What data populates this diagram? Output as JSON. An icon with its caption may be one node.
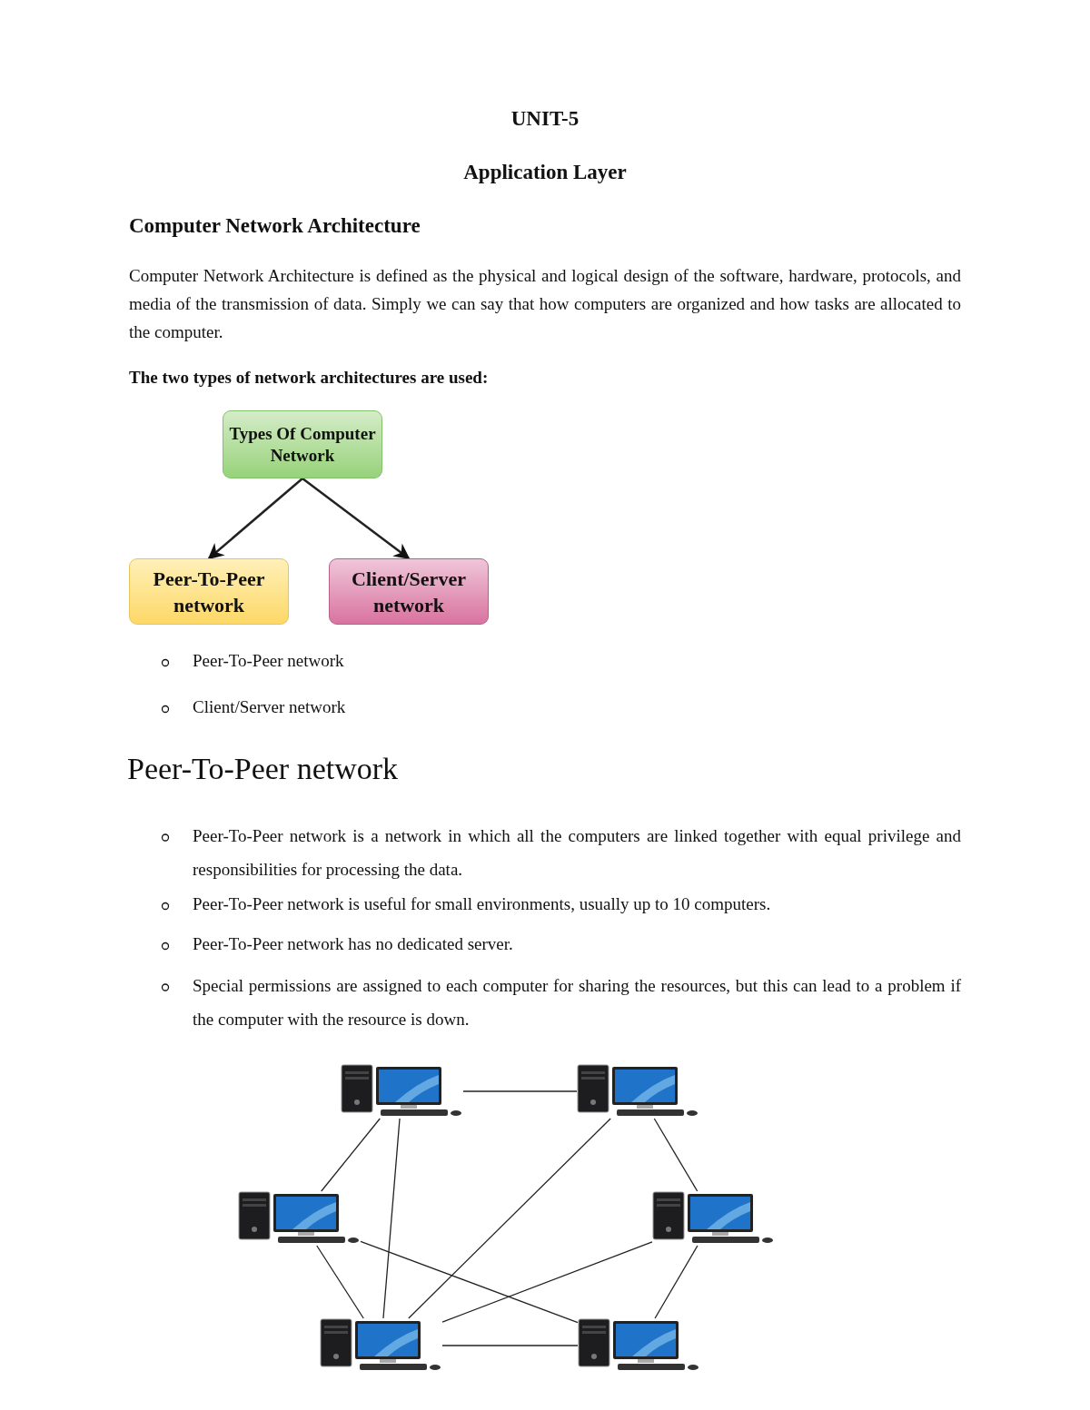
{
  "diagram": {
    "nodes": [
      {
        "text": [
          "Types Of Computer Network"
        ]
      },
      {
        "text": [
          "Peer-To-Peer network"
        ]
      },
      {
        "text": [
          "Client/Server network"
        ]
      },
      {
        "text": [],
        "shape": "picture"
      },
      {
        "text": [],
        "shape": "picture"
      },
      {
        "text": [],
        "shape": "picture"
      },
      {
        "text": [],
        "shape": "picture"
      },
      {
        "text": [],
        "shape": "picture"
      },
      {
        "text": [],
        "shape": "picture"
      }
    ],
    "edges": [
      {
        "from": 0,
        "to": 1,
        "arrow": "to"
      },
      {
        "from": 0,
        "to": 2,
        "arrow": "to"
      },
      {
        "from": 3,
        "to": 4,
        "arrow": "none"
      },
      {
        "from": 3,
        "to": 5,
        "arrow": "none"
      },
      {
        "from": 3,
        "to": 7,
        "arrow": "none"
      },
      {
        "from": 4,
        "to": 7,
        "arrow": "none"
      },
      {
        "from": 4,
        "to": 6,
        "arrow": "none"
      },
      {
        "from": 5,
        "to": 7,
        "arrow": "none"
      },
      {
        "from": 5,
        "to": 8,
        "arrow": "none"
      },
      {
        "from": 6,
        "to": 7,
        "arrow": "none"
      },
      {
        "from": 6,
        "to": 8,
        "arrow": "none"
      },
      {
        "from": 7,
        "to": 8,
        "arrow": "none"
      }
    ],
    "labels": [
      "UNIT-5",
      "Application Layer",
      "Computer Network Architecture",
      "Computer Network Architecture is defined as the physical and logical design of the software, hardware, protocols, and media of the transmission of data. Simply we can say that how computers are organized and how tasks are allocated to the computer.",
      "The two types of network architectures are used:",
      "Peer-To-Peer network",
      "Client/Server network",
      "Peer-To-Peer network",
      "Peer-To-Peer network is a network in which all the computers are linked together with equal privilege and responsibilities for processing the data.",
      "Peer-To-Peer network is useful for small environments, usually up to 10 computers.",
      "Peer-To-Peer network has no dedicated server.",
      "Special permissions are assigned to each computer for sharing the resources, but this can lead to a problem if the computer with the resource is down."
    ]
  }
}
